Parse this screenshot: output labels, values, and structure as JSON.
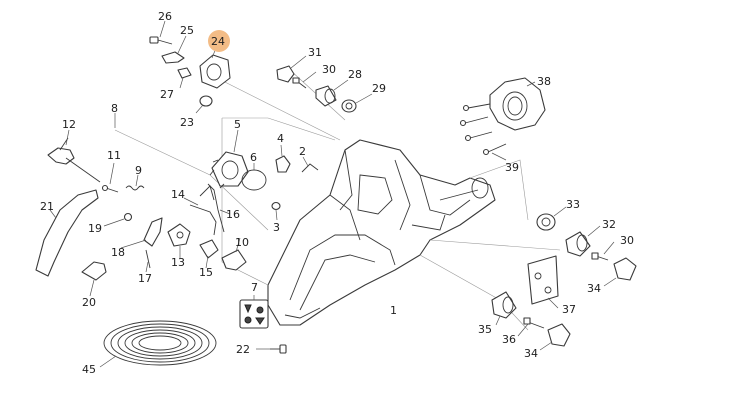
{
  "diagram": {
    "callouts": [
      {
        "id": "c26",
        "text": "26"
      },
      {
        "id": "c25",
        "text": "25"
      },
      {
        "id": "c24",
        "text": "24",
        "highlighted": true
      },
      {
        "id": "c27",
        "text": "27"
      },
      {
        "id": "c23",
        "text": "23"
      },
      {
        "id": "c31",
        "text": "31"
      },
      {
        "id": "c30a",
        "text": "30"
      },
      {
        "id": "c28",
        "text": "28"
      },
      {
        "id": "c29",
        "text": "29"
      },
      {
        "id": "c38",
        "text": "38"
      },
      {
        "id": "c39",
        "text": "39"
      },
      {
        "id": "c8",
        "text": "8"
      },
      {
        "id": "c12",
        "text": "12"
      },
      {
        "id": "c11",
        "text": "11"
      },
      {
        "id": "c9",
        "text": "9"
      },
      {
        "id": "c5",
        "text": "5"
      },
      {
        "id": "c6",
        "text": "6"
      },
      {
        "id": "c4",
        "text": "4"
      },
      {
        "id": "c2",
        "text": "2"
      },
      {
        "id": "c3",
        "text": "3"
      },
      {
        "id": "c21",
        "text": "21"
      },
      {
        "id": "c19",
        "text": "19"
      },
      {
        "id": "c14",
        "text": "14"
      },
      {
        "id": "c16",
        "text": "16"
      },
      {
        "id": "c10",
        "text": "10"
      },
      {
        "id": "c18",
        "text": "18"
      },
      {
        "id": "c13",
        "text": "13"
      },
      {
        "id": "c17",
        "text": "17"
      },
      {
        "id": "c15",
        "text": "15"
      },
      {
        "id": "c20",
        "text": "20"
      },
      {
        "id": "c7",
        "text": "7"
      },
      {
        "id": "c1",
        "text": "1"
      },
      {
        "id": "c22",
        "text": "22"
      },
      {
        "id": "c45",
        "text": "45"
      },
      {
        "id": "c33",
        "text": "33"
      },
      {
        "id": "c32",
        "text": "32"
      },
      {
        "id": "c30b",
        "text": "30"
      },
      {
        "id": "c34a",
        "text": "34"
      },
      {
        "id": "c37",
        "text": "37"
      },
      {
        "id": "c35",
        "text": "35"
      },
      {
        "id": "c36",
        "text": "36"
      },
      {
        "id": "c34b",
        "text": "34"
      }
    ],
    "colors": {
      "highlight": "#f3bc86",
      "ink": "#1e1e1e",
      "background": "#ffffff"
    }
  }
}
